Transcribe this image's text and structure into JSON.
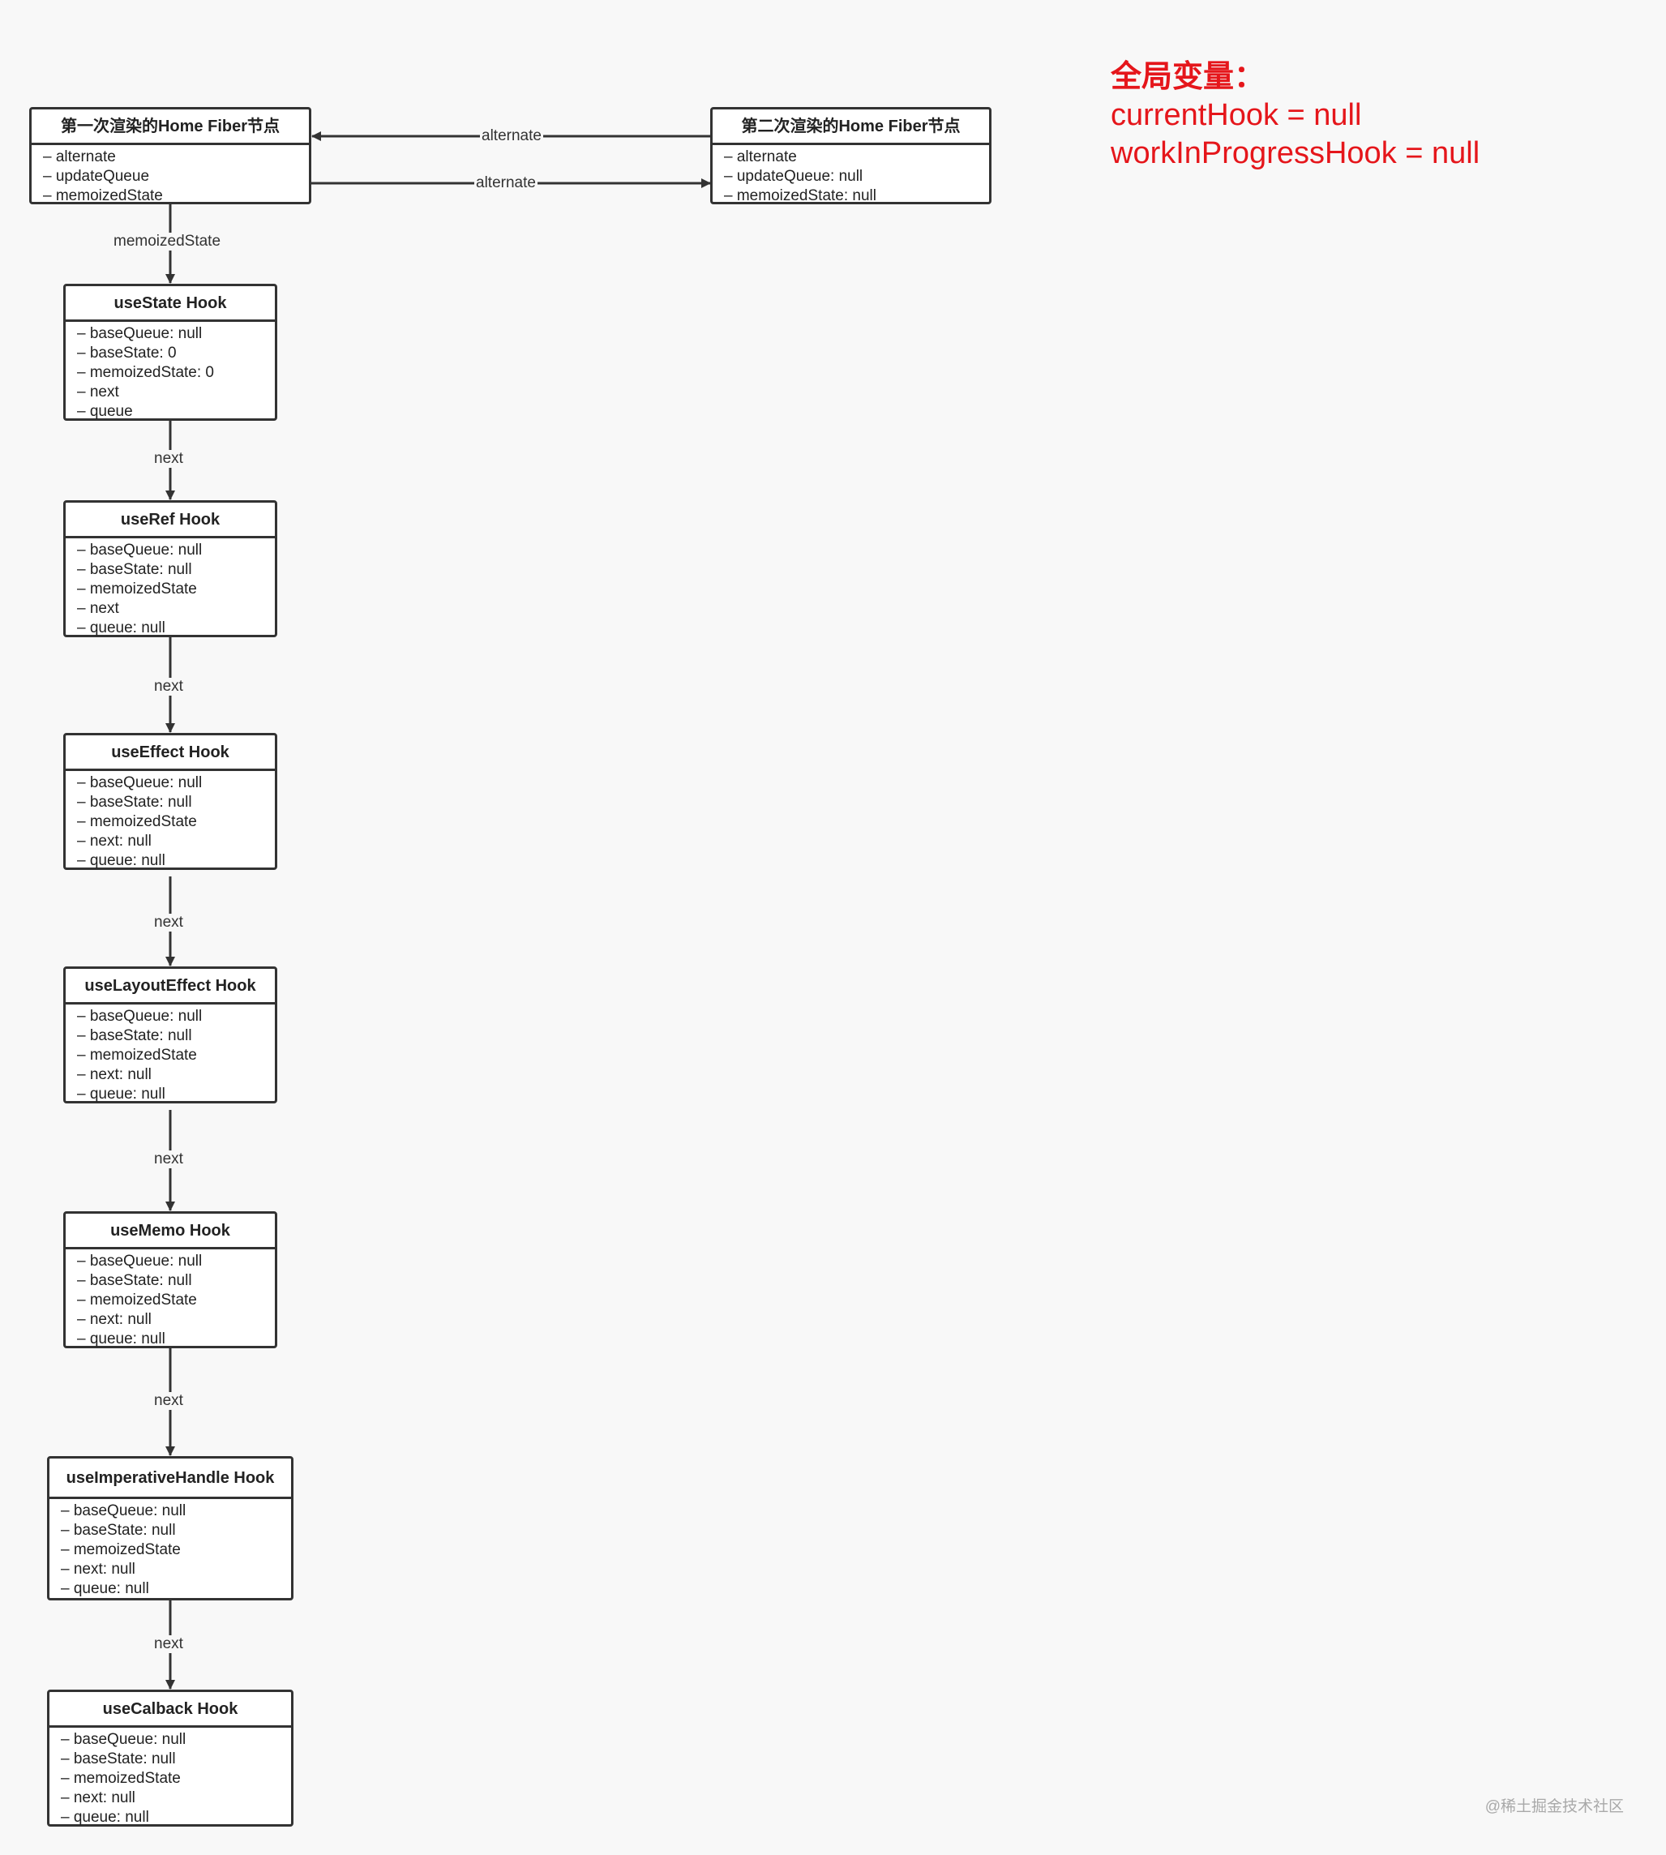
{
  "nodes": {
    "fiber_first": {
      "title": "第一次渲染的Home Fiber节点",
      "attrs": [
        "– alternate",
        "– updateQueue",
        "– memoizedState"
      ]
    },
    "fiber_second": {
      "title": "第二次渲染的Home Fiber节点",
      "attrs": [
        "– alternate",
        "– updateQueue: null",
        "– memoizedState: null"
      ]
    },
    "use_state": {
      "title": "useState Hook",
      "attrs": [
        "– baseQueue: null",
        "– baseState: 0",
        "– memoizedState: 0",
        "– next",
        "– queue"
      ]
    },
    "use_ref": {
      "title": "useRef Hook",
      "attrs": [
        "– baseQueue: null",
        "– baseState: null",
        "– memoizedState",
        "– next",
        "– queue: null"
      ]
    },
    "use_effect": {
      "title": "useEffect Hook",
      "attrs": [
        "– baseQueue: null",
        "– baseState: null",
        "– memoizedState",
        "– next: null",
        "– queue: null"
      ]
    },
    "use_layout_effect": {
      "title": "useLayoutEffect Hook",
      "attrs": [
        "– baseQueue: null",
        "– baseState: null",
        "– memoizedState",
        "– next: null",
        "– queue: null"
      ]
    },
    "use_memo": {
      "title": "useMemo Hook",
      "attrs": [
        "– baseQueue: null",
        "– baseState: null",
        "– memoizedState",
        "– next: null",
        "– queue: null"
      ]
    },
    "use_imperative_handle": {
      "title": "useImperativeHandle Hook",
      "attrs": [
        "– baseQueue: null",
        "– baseState: null",
        "– memoizedState",
        "– next: null",
        "– queue: null"
      ]
    },
    "use_callback": {
      "title": "useCalback Hook",
      "attrs": [
        "– baseQueue: null",
        "– baseState: null",
        "– memoizedState",
        "– next: null",
        "– queue: null"
      ]
    }
  },
  "edges": {
    "alternate_top": "alternate",
    "alternate_bottom": "alternate",
    "memoized_state": "memoizedState",
    "next_1": "next",
    "next_2": "next",
    "next_3": "next",
    "next_4": "next",
    "next_5": "next",
    "next_6": "next"
  },
  "globals": {
    "title": "全局变量：",
    "current_hook": "currentHook = null",
    "work_in_progress_hook": "workInProgressHook = null"
  },
  "watermark": "@稀土掘金技术社区",
  "colors": {
    "global_text": "#e5161b",
    "stroke": "#333333",
    "background": "#f8f8f8"
  }
}
